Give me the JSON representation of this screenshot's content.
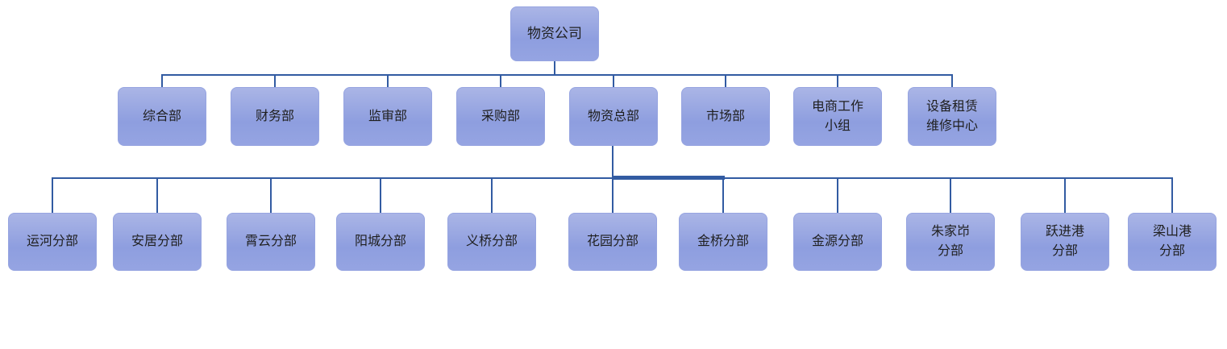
{
  "org": {
    "root": {
      "label": "物资公司"
    },
    "level2": [
      {
        "label": "综合部"
      },
      {
        "label": "财务部"
      },
      {
        "label": "监审部"
      },
      {
        "label": "采购部"
      },
      {
        "label": "物资总部"
      },
      {
        "label": "市场部"
      },
      {
        "label": "电商工作\n小组"
      },
      {
        "label": "设备租赁\n维修中心"
      }
    ],
    "level3_parent": "物资总部",
    "level3": [
      {
        "label": "运河分部"
      },
      {
        "label": "安居分部"
      },
      {
        "label": "霄云分部"
      },
      {
        "label": "阳城分部"
      },
      {
        "label": "义桥分部"
      },
      {
        "label": "花园分部"
      },
      {
        "label": "金桥分部"
      },
      {
        "label": "金源分部"
      },
      {
        "label": "朱家岇\n分部"
      },
      {
        "label": "跃进港\n分部"
      },
      {
        "label": "梁山港\n分部"
      }
    ]
  },
  "colors": {
    "node_fill_top": "#aab5e6",
    "node_fill_bottom": "#8e9edf",
    "node_border": "#97a5e1",
    "connector": "#325ba2",
    "text": "#1f1f1f"
  }
}
